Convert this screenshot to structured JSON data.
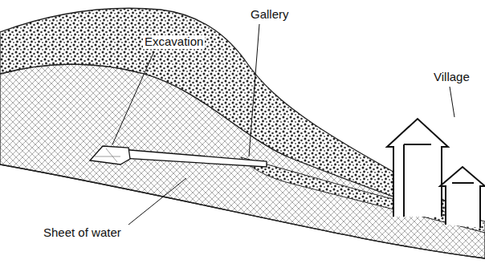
{
  "diagram": {
    "labels": [
      "Gallery",
      "Excavation",
      "Village",
      "Sheet of water"
    ]
  }
}
